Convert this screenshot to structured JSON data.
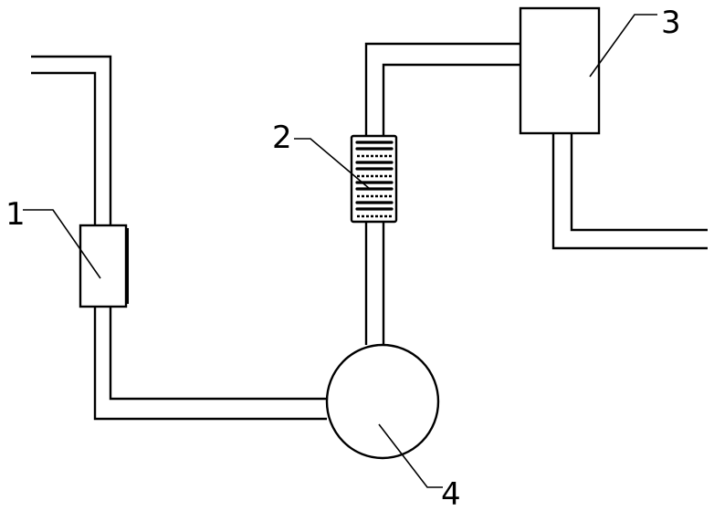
{
  "labels": {
    "part_1": "1",
    "part_2": "2",
    "part_3": "3",
    "part_4": "4"
  },
  "colors": {
    "line": "#000000",
    "background": "#ffffff"
  }
}
